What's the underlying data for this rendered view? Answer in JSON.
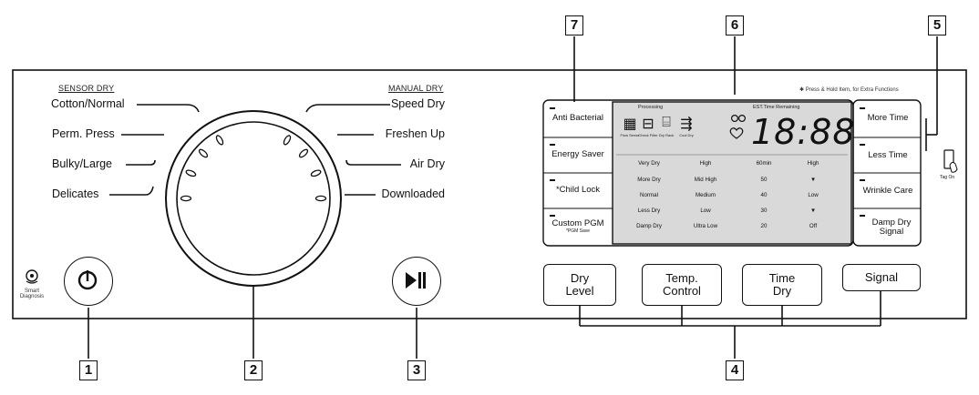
{
  "callouts": [
    "1",
    "2",
    "3",
    "4",
    "5",
    "6",
    "7"
  ],
  "dial": {
    "sensor_header": "SENSOR DRY",
    "manual_header": "MANUAL DRY",
    "left_options": [
      "Cotton/Normal",
      "Perm. Press",
      "Bulky/Large",
      "Delicates"
    ],
    "right_options": [
      "Speed Dry",
      "Freshen Up",
      "Air Dry",
      "Downloaded"
    ]
  },
  "smart_diagnosis": "Smart Diagnosis",
  "extra_functions_note": "✱ Press & Hold Item, for Extra Functions",
  "left_side_buttons": [
    {
      "label": "Anti Bacterial",
      "sub": ""
    },
    {
      "label": "Energy Saver",
      "sub": ""
    },
    {
      "label": "*Child Lock",
      "sub": ""
    },
    {
      "label": "Custom PGM",
      "sub": "*PGM Save"
    }
  ],
  "right_side_buttons": [
    {
      "label": "More Time"
    },
    {
      "label": "Less Time"
    },
    {
      "label": "Wrinkle Care"
    },
    {
      "label": "Damp Dry Signal"
    }
  ],
  "tag_on": "Tag On",
  "display": {
    "processing": "Processing",
    "time_remaining": "EST.Time Remaining",
    "digits": "18:88",
    "icons": [
      {
        "name": "flow-sense-icon",
        "label": "Flow Sense"
      },
      {
        "name": "check-filter-icon",
        "label": "Check Filter"
      },
      {
        "name": "dry-rack-icon",
        "label": "Dry Rack"
      },
      {
        "name": "cool-dry-icon",
        "label": "Cool Dry"
      }
    ],
    "columns": [
      [
        "Very Dry",
        "More Dry",
        "Normal",
        "Less Dry",
        "Damp Dry"
      ],
      [
        "High",
        "Mid High",
        "Medium",
        "Low",
        "Ultra Low"
      ],
      [
        "60min",
        "50",
        "40",
        "30",
        "20"
      ],
      [
        "High",
        "▼",
        "Low",
        "▼",
        "Off"
      ]
    ]
  },
  "bottom_buttons": [
    {
      "line1": "Dry",
      "line2": "Level"
    },
    {
      "line1": "Temp.",
      "line2": "Control"
    },
    {
      "line1": "Time",
      "line2": "Dry"
    },
    {
      "line1": "Signal",
      "line2": ""
    }
  ]
}
